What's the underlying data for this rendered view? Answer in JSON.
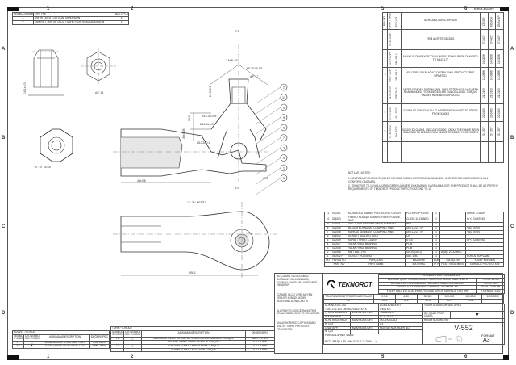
{
  "sheet": {
    "code": "F453-Rev02",
    "zones_top": [
      "1",
      "2",
      "5",
      "6"
    ],
    "zones_side": [
      "A",
      "B",
      "C",
      "D"
    ],
    "format_label": "FORMAT",
    "format": "A3"
  },
  "critical_table": {
    "headers": [
      "SEMBOL/SYMBOL",
      "TİP/TYPE",
      "ADET/PCS"
    ],
    "rows": [
      [
        "KRİTİK ÖLÇÜ / CRITICAL DIMENSION",
        "3"
      ],
      [
        "EMNİYET - KRİTİK ÖLÇÜ / SAFETY CRITICAL DIMENSION",
        "1"
      ]
    ]
  },
  "revisions": {
    "headers": [
      "REV NO",
      "TARİH / DATE",
      "ECN NO",
      "AÇIKLAMA / DESCRIPTION",
      "ÇİZ/DR",
      "KON/CH",
      "ONAY/AP"
    ],
    "rows": [
      {
        "no": "1",
        "date": "14.12.2016",
        "ecn": "",
        "desc": "YENİ ANTETE GEÇİLDİ.",
        "sig": "07-0427"
      },
      {
        "no": "2",
        "date": "12.03.2014",
        "ecn": "080-2014",
        "desc": "M14X1.5° DI M14X1.5° OLDU. M14X1.5° HAS BEEN CHANGED TO M14X1.5°",
        "sig": "14-0028"
      },
      {
        "no": "3",
        "date": "08.07.2014",
        "ecn": "215-2014",
        "desc": "IFS GÖRE ÜRÜN AĞACI DÜZENLENDİ. PRODUCT TREE UPDATED.",
        "sig": "14-0838"
      },
      {
        "no": "4",
        "date": "11.01.2019",
        "ecn": "530-2019",
        "desc": "ANTET YENİDEN DÜZENLENDİ. THE LETTERHEAD HAS BEEN REARRANGED. TORK DEĞERLERİ GÜNCELLENDİ. TORQUE VALUES HAVE BEEN UPDATED.",
        "sig": "21-0193"
      },
      {
        "no": "5",
        "date": "27.05.2022",
        "ecn": "414-2022",
        "desc": "024003 İDİ 024002 OLDU. IT HAS BEEN CHANGED TO 024002 FROM 024003",
        "sig": "22-0463"
      },
      {
        "no": "6",
        "date": "17.11.2022",
        "ecn": "594-2022",
        "desc": "024002 İDİ 024003, 030210 İDİ 030201 OLDU. THEY HAVE BEEN CHANGED TO 024003 FROM 024002 TO 030201 FROM 030210",
        "sig": "22-1357"
      },
      {
        "no": "7",
        "date": "",
        "ecn": "",
        "desc": "",
        "sig": ""
      }
    ]
  },
  "notes": {
    "title": "NOTLAR / NOTES:",
    "items": [
      "1. BELİRTİLMEYEN TÜM ÖLÇÜLER İÇİN CAD MODEL REFERANS ALINMALIDIR. UNSPECIFIED DIMENSIONS SHALL CONFORM CAD DATA.",
      "2. TEKNOROT TS-10 NOLU ÜRÜN GEREKLİLİKLERİ DOKÜMANINI KARŞILAMALIDIR. THE PRODUCT SHALL BE AS PER THE REQUIREMENTS OF TEKNOROT PRODUCT SPECIFICATIONS TS-10"
    ]
  },
  "drawing": {
    "f1": "F1",
    "f2": "F2",
    "view_bb": "\"B\"-\"B\" KESİTİ",
    "view_aa": "\"A\"-\"A\" KESİTİ",
    "torque": "7 MIN 40°",
    "thread": "M12X1.5 6G",
    "af": "A/F 17",
    "dim1": "24.5±0.5",
    "dim2": "Ø13.3±0.05",
    "dim3": "Ø16.4±0.05",
    "dim4": "13.5",
    "dim5": "36±0.35",
    "dim6": "45±0.5",
    "dim7": "95±1",
    "dim8": "Ø12.5±0.1",
    "dim9": "16.1±0.5",
    "dim10": "A/F 16",
    "taper": "1/10",
    "balloons": [
      "2",
      "11",
      "8",
      "9",
      "6",
      "7",
      "3",
      "4",
      "1",
      "5"
    ]
  },
  "parts": {
    "rows": [
      [
        "11",
        "030201",
        "KORUYUCU KAPAK / PROTECTIVE COVER",
        "POLYPROPYLENE",
        "1",
        "",
        "WHITE COLOR"
      ],
      [
        "10",
        "024003",
        "FİBERLİ FLANŞLI SOMUN / FIBER FLANGE NUT",
        "CLASS 10 ZINNED",
        "1",
        "",
        "Cr+3 COATING"
      ],
      [
        "9",
        "022001",
        "YAĞ TUTUCU HALKA / NECK SUPPORT",
        "PA6",
        "1",
        "",
        ""
      ],
      [
        "8",
        "021005",
        "BOĞUM BOYNUNA / CLAMPING RING",
        "DIN 17223 TİP",
        "1",
        "",
        "YAĞ TEKN"
      ],
      [
        "7",
        "021006",
        "KARKAS SEGMANI / CLAMPING RING",
        "DIN 17223 TİP",
        "1",
        "",
        "YAĞ TEKN"
      ],
      [
        "6",
        "024002",
        "KÖRÜK / SEALING BOOT",
        "CR",
        "1",
        "",
        ""
      ],
      [
        "5",
        "020009",
        "KAPAK / SHEET COVER",
        "ST-37",
        "1",
        "",
        "Cr+3 COATING"
      ],
      [
        "4",
        "020007",
        "YATAK / BALL BEARING",
        "POM",
        "1",
        "",
        ""
      ],
      [
        "3",
        "020006",
        "YATAK / BALL BEARING",
        "POM",
        "1",
        "",
        ""
      ],
      [
        "2",
        "022066",
        "MİL / BALL PIN",
        "41Cr4 (GKG)",
        "1",
        "Ø(Ø)= 26-32 HRC",
        ""
      ],
      [
        "1",
        "040002 P",
        "GÖVDE / HOUSING",
        "SAE 1040",
        "1",
        "",
        "PORTAL KAPLAMA"
      ]
    ],
    "headers_tr": [
      "NO",
      "PARÇA NO",
      "PARÇA ADI",
      "MALZEME",
      "ADET",
      "ISIL İŞLEM",
      "YÜZEY KORUMA"
    ],
    "headers_en": [
      "",
      "PART NO",
      "PART NAME",
      "MATERIAL",
      "Q'TY",
      "HEAT TREATMENT",
      "SURFACE PROTECTION"
    ]
  },
  "title_block": {
    "logo": "TEKNOROT",
    "standards_title": "STANDARTLAR / STANDARDS",
    "standards": [
      [
        "BELİRSİZ ŞEKİL TOLERANSLARI / EDGES OF UNDEFINED SHAPE",
        "TS ISO 13715"
      ],
      [
        "GEOMETRİK TOLERANSLAR / GEOMETRICAL TOLERANCES",
        "TS ISO 1101"
      ],
      [
        "GENEL TOLERANSLAR / GENERAL TOLERANCES",
        "TS ISO 2768-mK"
      ],
      [
        "YÜZEY KALİTESİ GÖSTERİMİ / INDICATION OF SURFACE TEXTURE",
        "TS EN ISO 1302"
      ]
    ],
    "tol_label": "TOLERANS SINIFI TOLERANCE CLASS",
    "tol_ranges": [
      "0.5-6",
      "6-30",
      "30-120",
      "120-400",
      "400-1000",
      "1000-2000"
    ],
    "tol_values": [
      "m",
      "±0.1",
      "±0.2",
      "±0.3",
      "±0.5",
      "±0.8"
    ],
    "doc_no_label": "DOK NO/DOC NO",
    "doc_no": "TKR-D-02-10/TKR/TKD/V552/TK/TS",
    "weight_label": "AĞIRLIK/WEIGHT",
    "weight": "0.401 KG",
    "surface_label": "YÜZEY ALANI/SURFACE AREA",
    "drawn_label": "ÇİZEN/DRAWN BY",
    "drawn": "V. KAYA/1979",
    "sign_label": "İMZA/SIGNATURE",
    "date_label": "TARİH/DATE",
    "date": "17.11.2022",
    "proj_label": "ÖZ. SINIFI PROP. CLASS",
    "checked_label": "KONTROL/CHECK",
    "checked": "H. ÇAY",
    "scale_label": "ÖLÇEK/SCALE",
    "scale": "1:1",
    "approved_label": "ONAY/APP.",
    "approved": "N. ÇAY",
    "order_label": "MONTAJ NO/ORDER NO",
    "drawing_no_label": "RESİM NO/DWG NO",
    "drawing_no": "V-552",
    "part_name_label": "PARÇA ADI/PART NAME",
    "part_name": "ROT BAŞI L/R VW GOLF V 2004-->"
  },
  "left_notes": [
    "BU ÇİZİMİN YAZILI İZNİMİZ OLMADAN KULLANILMASI, ÜÇÜNCÜ ŞAHISLARA VERİLMESİ YASAKTIR.",
    "ÇİZİMDE ÖLÇÜ VERİLMEYEN YERLER İÇİN 3D MODEL REFERANS ALINACAKTIR.",
    "ALL RIGHTS CONCERNING THIS DRAWING BELONG TO TEKNOROT.",
    "UNAUTHORISED COPYING AND USE BY THIRD PARTIES IS PROHIBITED."
  ],
  "force_table": {
    "title": "KUVVET / FORCE",
    "headers": [
      "SEMBOL SYMBOL",
      "Ö.K.SEMBOL S.C.SYMBOL",
      "AÇIKLAMA/DESCRIPTION",
      "DEĞER/SPEC"
    ],
    "rows": [
      [
        "F1",
        "△",
        "AXIAL BASMA / STUD PUSH OUT",
        "MIN. 15 KN"
      ],
      [
        "F2",
        "▼",
        "AXIAL ÇEKME / STUD PULL OUT",
        "MIN. 24 KN"
      ]
    ]
  },
  "torque_table": {
    "title": "TORK / TORQUE",
    "headers": [
      "SEMBOL SYMBOL",
      "Ö.K.SEMBOL S.C.SYMBOL",
      "AÇIKLAMA/DESCRIPTION",
      "DEĞER/SPEC"
    ],
    "rows": [
      [
        "T1",
        "△",
        "SALINIM AYRILMA TORKU / ARTICULATION BREAKAWAY TORQUE",
        "MAX. 1.0 N.m"
      ],
      [
        "",
        "",
        "SALINIM TORKU / ARTICULATION TORQUE",
        "0.3-1.5 N.m"
      ],
      [
        "T2",
        "△",
        "ATROLMA TORKU / BREAKAWAY TORQUE",
        "0.3-1.5 N.m"
      ],
      [
        "",
        "",
        "DÖNME TORKU / ROTATION TORQUE",
        "0.3-1.5 N.m"
      ]
    ]
  }
}
